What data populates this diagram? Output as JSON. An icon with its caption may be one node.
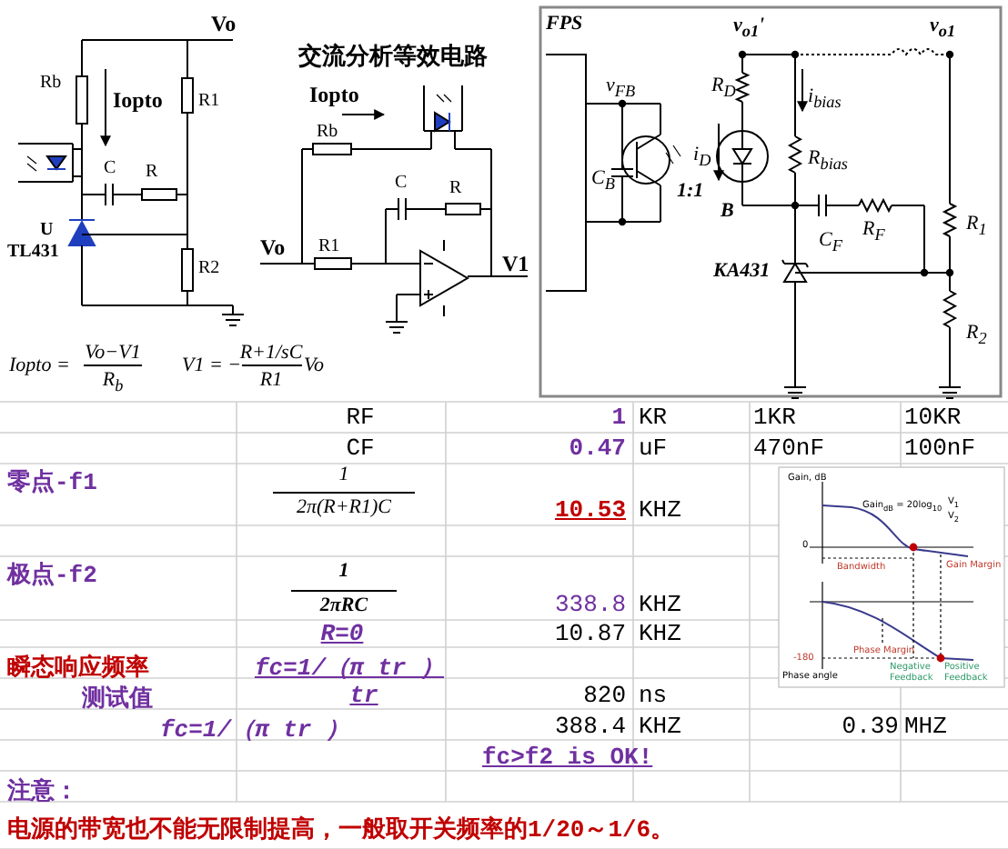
{
  "diagram": {
    "labels": [
      "Vo",
      "Rb",
      "Iopto",
      "R1",
      "C",
      "R",
      "U",
      "TL431",
      "R2",
      "交流分析等效电路",
      "Iopto",
      "Rb",
      "C",
      "R",
      "Vo",
      "R1",
      "V1",
      "Iopto =",
      "Vo−V1",
      "R$_{b}$",
      "V1 = −",
      "R+1/sC",
      "R1",
      "Vo",
      "FPS",
      "v$_{FB}$",
      "C$_{B}$",
      "1:1",
      "v$_{o1}$'",
      "v$_{o1}$",
      "R$_{D}$",
      "i$_{bias}$",
      "i$_{D}$",
      "R$_{bias}$",
      "B",
      "C$_{F}$",
      "R$_{F}$",
      "KA431",
      "R$_{1}$",
      "R$_{2}$",
      "RF",
      "1",
      "KR",
      "1KR",
      "10KR",
      "CF",
      "0.47",
      "uF",
      "470nF",
      "100nF",
      "零点-f1",
      "1",
      "2π(R+R1)C",
      "10.53",
      "KHZ",
      "极点-f2",
      "1",
      "2πRC",
      "338.8",
      "KHZ",
      "R=0",
      "10.87",
      "KHZ",
      "瞬态响应频率",
      "fc=1/（π tr ）",
      "测试值",
      "tr",
      "820",
      "ns",
      "fc=1/（π tr ）",
      "388.4",
      "KHZ",
      "0.39",
      "MHZ",
      "fc>f2 is OK!",
      "注意：",
      "电源的带宽也不能无限制提高，一般取开关频率的1/20～1/6。",
      "Gain, dB",
      "Gain$_{dB}$ = 20log$_{10}$",
      "V$_{1}$",
      "V$_{2}$",
      "0",
      "Bandwidth",
      "Gain Margin",
      "Phase Margin",
      "-180",
      "Phase angle",
      "Negative Feedback",
      "Positive Feedback"
    ]
  }
}
